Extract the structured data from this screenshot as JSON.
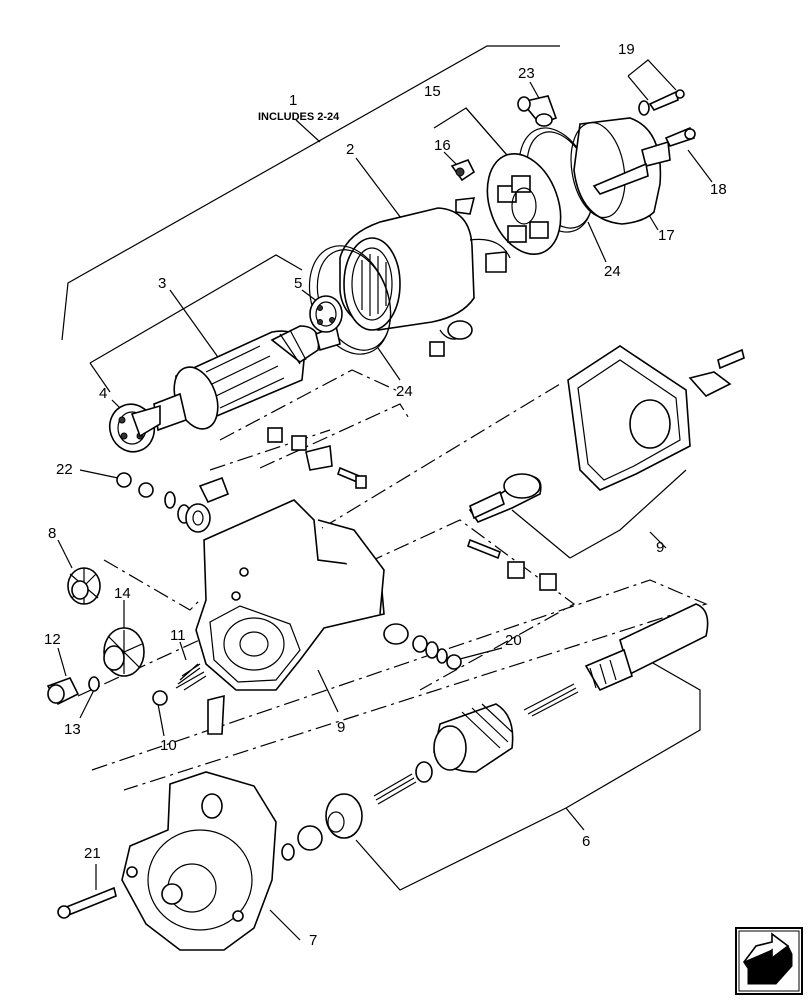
{
  "diagram": {
    "callouts": [
      {
        "id": "c1",
        "text": "1"
      },
      {
        "id": "c1sub",
        "text": "INCLUDES 2-24"
      },
      {
        "id": "c2",
        "text": "2"
      },
      {
        "id": "c3",
        "text": "3"
      },
      {
        "id": "c4",
        "text": "4"
      },
      {
        "id": "c5",
        "text": "5"
      },
      {
        "id": "c6",
        "text": "6"
      },
      {
        "id": "c7",
        "text": "7"
      },
      {
        "id": "c8",
        "text": "8"
      },
      {
        "id": "c9a",
        "text": "9"
      },
      {
        "id": "c9b",
        "text": "9"
      },
      {
        "id": "c10",
        "text": "10"
      },
      {
        "id": "c11",
        "text": "11"
      },
      {
        "id": "c12",
        "text": "12"
      },
      {
        "id": "c13",
        "text": "13"
      },
      {
        "id": "c14",
        "text": "14"
      },
      {
        "id": "c15",
        "text": "15"
      },
      {
        "id": "c16",
        "text": "16"
      },
      {
        "id": "c17",
        "text": "17"
      },
      {
        "id": "c18",
        "text": "18"
      },
      {
        "id": "c19",
        "text": "19"
      },
      {
        "id": "c20",
        "text": "20"
      },
      {
        "id": "c21",
        "text": "21"
      },
      {
        "id": "c22",
        "text": "22"
      },
      {
        "id": "c23",
        "text": "23"
      },
      {
        "id": "c24a",
        "text": "24"
      },
      {
        "id": "c24b",
        "text": "24"
      }
    ],
    "nav_icon": "next-page-arrow-icon"
  }
}
